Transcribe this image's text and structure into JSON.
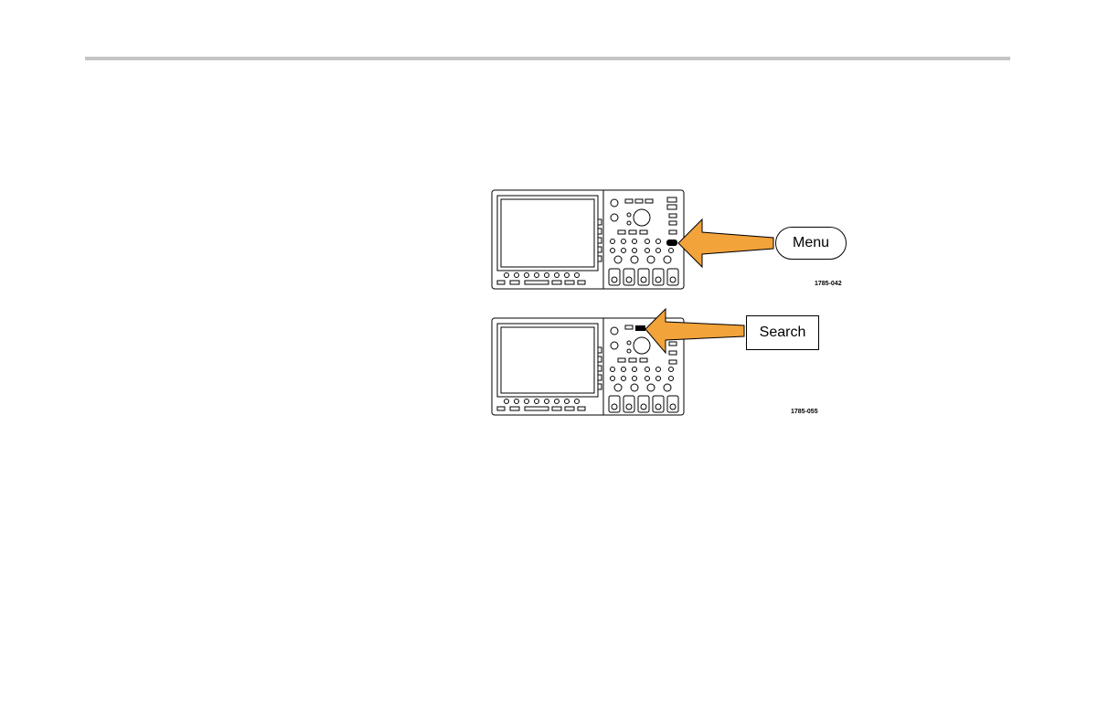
{
  "figure": {
    "callouts": [
      {
        "label": "Menu",
        "figure_id": "1785-042"
      },
      {
        "label": "Search",
        "figure_id": "1785-055"
      }
    ],
    "colors": {
      "arrow": "#f2a33a",
      "outline": "#000000",
      "highlighted_button": "#000000"
    }
  }
}
